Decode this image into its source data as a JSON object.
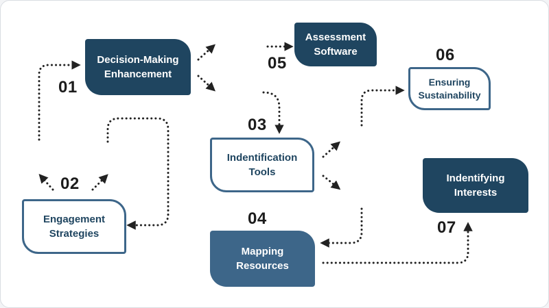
{
  "colors": {
    "dark_navy": "#1f4560",
    "steel_blue": "#3d6689",
    "connector": "#222222",
    "number_text": "#1c1c1c"
  },
  "steps": {
    "s01": {
      "number": "01",
      "label": "Decision-Making\nEnhancement"
    },
    "s02": {
      "number": "02",
      "label": "Engagement\nStrategies"
    },
    "s03": {
      "number": "03",
      "label": "Indentification\nTools"
    },
    "s04": {
      "number": "04",
      "label": "Mapping\nResources"
    },
    "s05": {
      "number": "05",
      "label": "Assessment\nSoftware"
    },
    "s06": {
      "number": "06",
      "label": "Ensuring\nSustainability"
    },
    "s07": {
      "number": "07",
      "label": "Indentifying\nInterests"
    }
  }
}
